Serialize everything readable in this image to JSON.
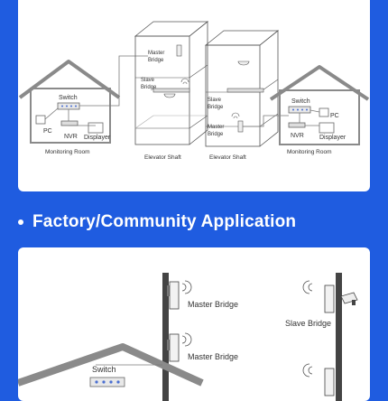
{
  "top_diagram": {
    "left_room": {
      "switch_label": "Switch",
      "pc_label": "PC",
      "nvr_label": "NVR",
      "display_label": "Displayer",
      "room_caption": "Monitoring Room"
    },
    "left_shaft": {
      "master_label_1": "Master",
      "master_label_2": "Bridge",
      "slave_label_1": "Slave",
      "slave_label_2": "Bridge",
      "caption": "Elevator Shaft"
    },
    "right_shaft": {
      "slave_label_1": "Slave",
      "slave_label_2": "Bridge",
      "master_label_1": "Master",
      "master_label_2": "Bridge",
      "caption": "Elevator Shaft"
    },
    "right_room": {
      "switch_label": "Switch",
      "pc_label": "PC",
      "nvr_label": "NVR",
      "display_label": "Displayer",
      "room_caption": "Monitoring Room"
    }
  },
  "section": {
    "title": "Factory/Community Application"
  },
  "bottom_diagram": {
    "master_bridge_1": "Master Bridge",
    "master_bridge_2": "Master Bridge",
    "slave_bridge": "Slave Bridge",
    "switch_label": "Switch"
  },
  "colors": {
    "background": "#1f5ce0",
    "panel": "#ffffff",
    "line": "#7a7a7a",
    "roof": "#8a8a8a",
    "connector": "#4a6fd1"
  }
}
